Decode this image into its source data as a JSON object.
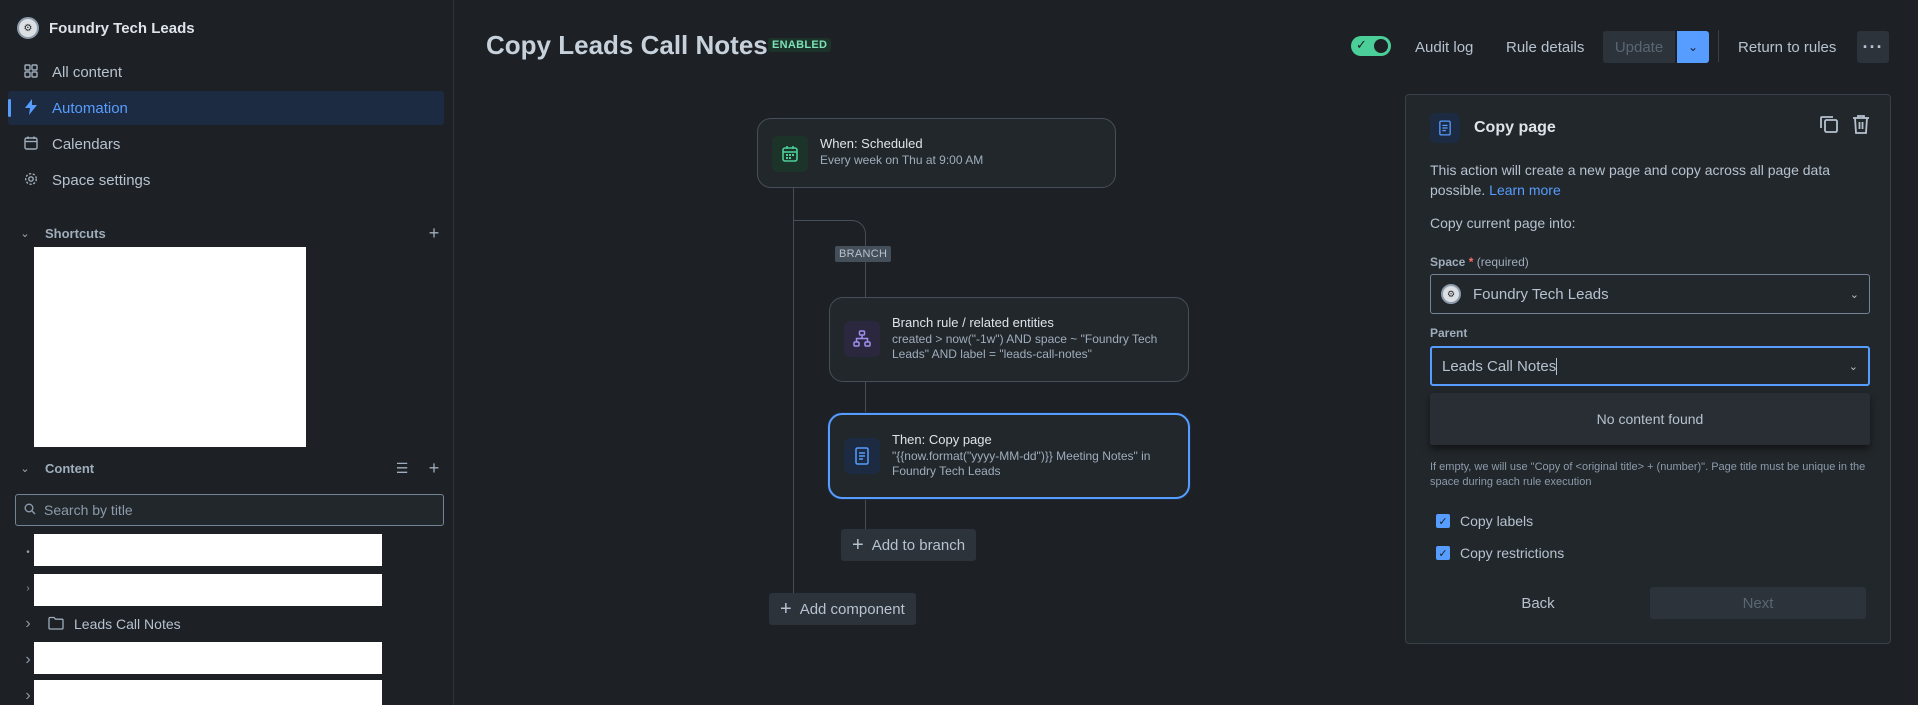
{
  "sidebar": {
    "space_name": "Foundry Tech Leads",
    "nav": [
      {
        "label": "All content",
        "icon": "grid-icon"
      },
      {
        "label": "Automation",
        "icon": "lightning-icon",
        "active": true
      },
      {
        "label": "Calendars",
        "icon": "calendar-icon"
      },
      {
        "label": "Space settings",
        "icon": "gear-icon"
      }
    ],
    "shortcuts_title": "Shortcuts",
    "content_title": "Content",
    "search_placeholder": "Search by title",
    "tree_folder_label": "Leads Call Notes"
  },
  "header": {
    "title": "Copy Leads Call Notes",
    "status_badge": "ENABLED",
    "audit_log": "Audit log",
    "rule_details": "Rule details",
    "update": "Update",
    "return_to_rules": "Return to rules"
  },
  "canvas": {
    "trigger": {
      "title": "When: Scheduled",
      "subtitle": "Every week on Thu at 9:00 AM"
    },
    "branch_tag": "BRANCH",
    "branch": {
      "title": "Branch rule / related entities",
      "subtitle": "created > now(\"-1w\") AND space ~ \"Foundry Tech Leads\" AND label = \"leads-call-notes\""
    },
    "action": {
      "title": "Then: Copy page",
      "subtitle": "\"{{now.format(\"yyyy-MM-dd\")}} Meeting Notes\" in Foundry Tech Leads"
    },
    "add_to_branch": "Add to branch",
    "add_component": "Add component"
  },
  "panel": {
    "title": "Copy page",
    "description": "This action will create a new page and copy across all page data possible.",
    "learn_more": "Learn more",
    "copy_into": "Copy current page into:",
    "space_label": "Space",
    "space_required_marker": "*",
    "space_required_text": "(required)",
    "space_value": "Foundry Tech Leads",
    "parent_label": "Parent",
    "parent_value": "Leads Call Notes",
    "dropdown_empty": "No content found",
    "helper_text": "If empty, we will use \"Copy of <original title> + (number)\". Page title must be unique in the space during each rule execution",
    "copy_labels": "Copy labels",
    "copy_restrictions": "Copy restrictions",
    "back": "Back",
    "next": "Next"
  },
  "colors": {
    "accent": "#579dff",
    "enabled": "#4bce97",
    "background": "#1d2125",
    "surface": "#22272b"
  }
}
